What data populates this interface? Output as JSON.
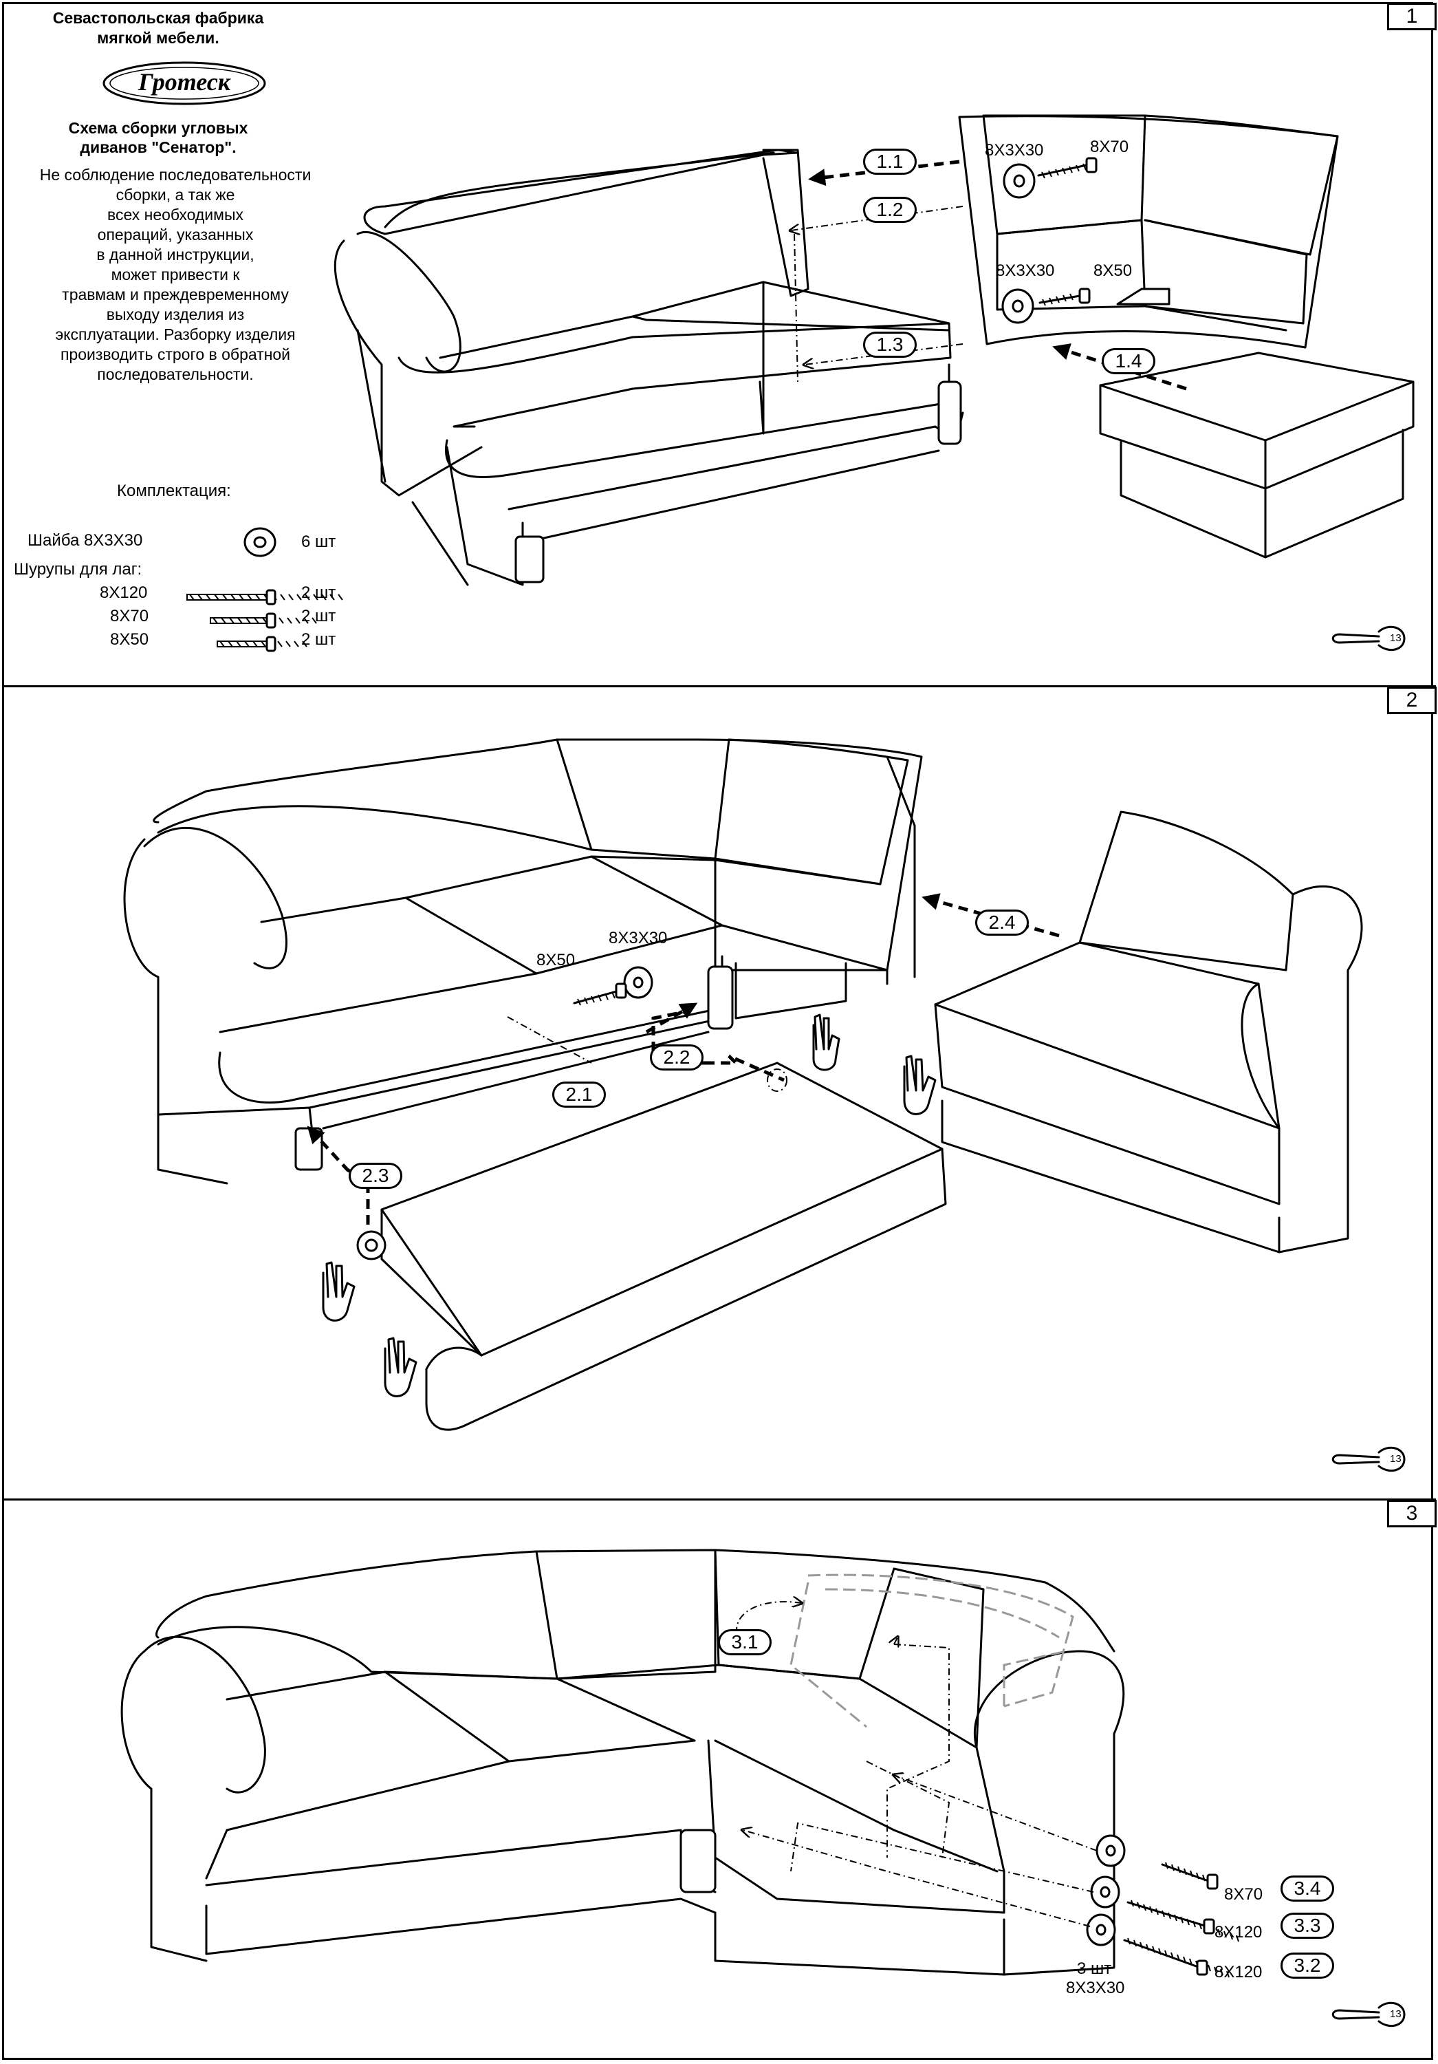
{
  "header": {
    "factory_line1": "Севастопольская фабрика",
    "factory_line2": "мягкой мебели.",
    "logo_text": "Гротеск",
    "title_line1": "Схема сборки угловых",
    "title_line2": "диванов \"Сенатор\".",
    "warning": [
      "Не соблюдение последовательности",
      "сборки, а так же",
      "всех необходимых",
      "операций, указанных",
      "в данной инструкции,",
      "может привести к",
      "травмам и преждевременному",
      "выходу изделия из",
      "эксплуатации. Разборку изделия",
      "производить строго в обратной",
      "последовательности."
    ]
  },
  "kit": {
    "title": "Комплектация:",
    "washer_label": "Шайба 8Х3Х30",
    "washer_qty": "6 шт",
    "screws_label": "Шурупы для лаг:",
    "screws": [
      {
        "size": "8Х120",
        "qty": "2 шт"
      },
      {
        "size": "8Х70",
        "qty": "2 шт"
      },
      {
        "size": "8Х50",
        "qty": "2 шт"
      }
    ]
  },
  "panels": [
    {
      "number": "1",
      "steps": [
        "1.1",
        "1.2",
        "1.3",
        "1.4"
      ],
      "parts": {
        "washer_top": "8Х3Х30",
        "screw_top": "8Х70",
        "washer_bottom": "8Х3Х30",
        "screw_bottom": "8Х50"
      }
    },
    {
      "number": "2",
      "steps": [
        "2.1",
        "2.2",
        "2.3",
        "2.4"
      ],
      "parts": {
        "screw": "8Х50",
        "washer": "8Х3Х30"
      }
    },
    {
      "number": "3",
      "steps": [
        "3.1",
        "3.4",
        "3.3",
        "3.2"
      ],
      "parts": {
        "screw_34": "8Х70",
        "screw_33": "8Х120",
        "screw_32": "8Х120",
        "washers_qty": "3 шт",
        "washers": "8Х3Х30"
      }
    }
  ],
  "wrench_label": "13",
  "icons": [
    "wrench-icon",
    "hand-icon",
    "washer-icon",
    "screw-icon",
    "logo-oval"
  ]
}
